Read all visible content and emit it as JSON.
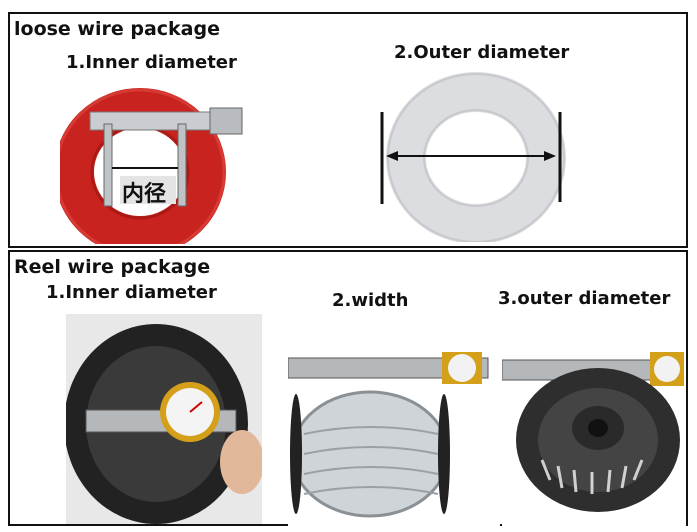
{
  "loose": {
    "heading": "loose wire package",
    "inner_label": "1.Inner diameter",
    "outer_label": "2.Outer diameter",
    "ruler_text": "内径"
  },
  "reel": {
    "heading": "Reel wire package",
    "inner_label": "1.Inner diameter",
    "width_label": "2.width",
    "outer_label": "3.outer diameter"
  }
}
